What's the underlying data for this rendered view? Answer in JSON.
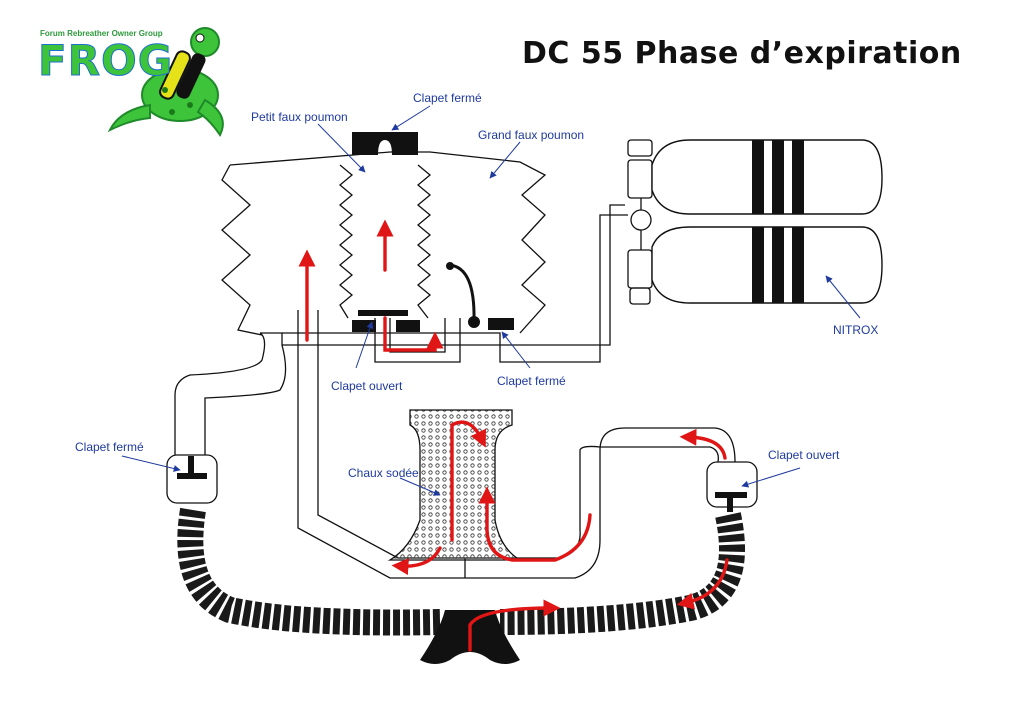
{
  "logo": {
    "tagline": "Forum Rebreather Owner Group",
    "wordmark": "FROG",
    "colors": {
      "green": "#3ec43a",
      "blue": "#1d6fd1",
      "yellow": "#e6e21a"
    }
  },
  "title": "DC 55 Phase d’expiration",
  "labels": {
    "clapet_ferme_top": "Clapet fermé",
    "petit_faux_poumon": "Petit faux poumon",
    "grand_faux_poumon": "Grand faux poumon",
    "clapet_ouvert_center": "Clapet ouvert",
    "clapet_ferme_right": "Clapet fermé",
    "nitrox": "NITROX",
    "clapet_ferme_left": "Clapet fermé",
    "chaux_sodee": "Chaux sodée",
    "clapet_ouvert_right": "Clapet ouvert"
  },
  "colors": {
    "flow_arrow": "#e01515",
    "label_text": "#1f3a9e",
    "outline": "#111111",
    "hose": "#1a1a1a"
  }
}
